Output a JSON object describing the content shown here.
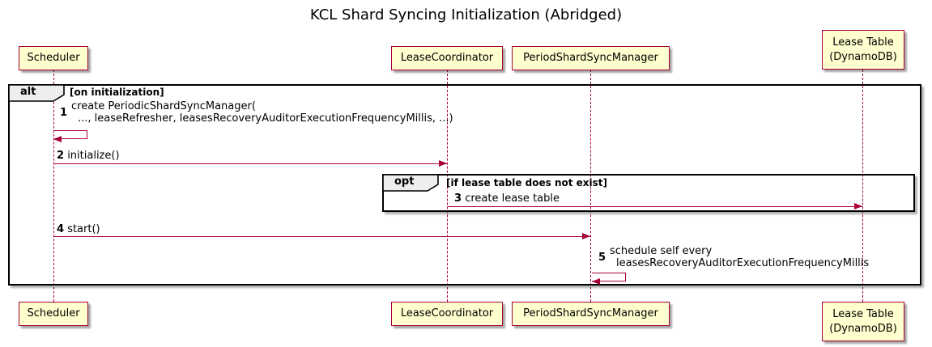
{
  "title": "KCL Shard Syncing Initialization (Abridged)",
  "colors": {
    "participant_fill": "#FEFECE",
    "participant_border": "#A80036",
    "arrow": "#A80036",
    "lifeline": "#A80036",
    "frame_border": "#000000",
    "frame_label_fill": "#EEEEEE",
    "background": "#FFFFFF"
  },
  "participants": [
    {
      "id": "scheduler",
      "label": "Scheduler"
    },
    {
      "id": "lease-coordinator",
      "label": "LeaseCoordinator"
    },
    {
      "id": "period-shard-sync-manager",
      "label": "PeriodShardSyncManager"
    },
    {
      "id": "lease-table",
      "label": "Lease Table",
      "label2": "(DynamoDB)"
    }
  ],
  "frames": {
    "alt": {
      "keyword": "alt",
      "condition": "[on initialization]"
    },
    "opt": {
      "keyword": "opt",
      "condition": "[if lease table does not exist]"
    }
  },
  "messages": [
    {
      "num": "1",
      "line1": "create PeriodicShardSyncManager(",
      "line2": "..., leaseRefresher, leasesRecoveryAuditorExecutionFrequencyMillis, ...)",
      "from": "scheduler",
      "to": "scheduler",
      "kind": "self"
    },
    {
      "num": "2",
      "text": "initialize()",
      "from": "scheduler",
      "to": "lease-coordinator",
      "kind": "solid"
    },
    {
      "num": "3",
      "text": "create lease table",
      "from": "lease-coordinator",
      "to": "lease-table",
      "kind": "solid"
    },
    {
      "num": "4",
      "text": "start()",
      "from": "scheduler",
      "to": "period-shard-sync-manager",
      "kind": "solid"
    },
    {
      "num": "5",
      "line1": "schedule self every",
      "line2": "leasesRecoveryAuditorExecutionFrequencyMillis",
      "from": "period-shard-sync-manager",
      "to": "period-shard-sync-manager",
      "kind": "self"
    }
  ]
}
